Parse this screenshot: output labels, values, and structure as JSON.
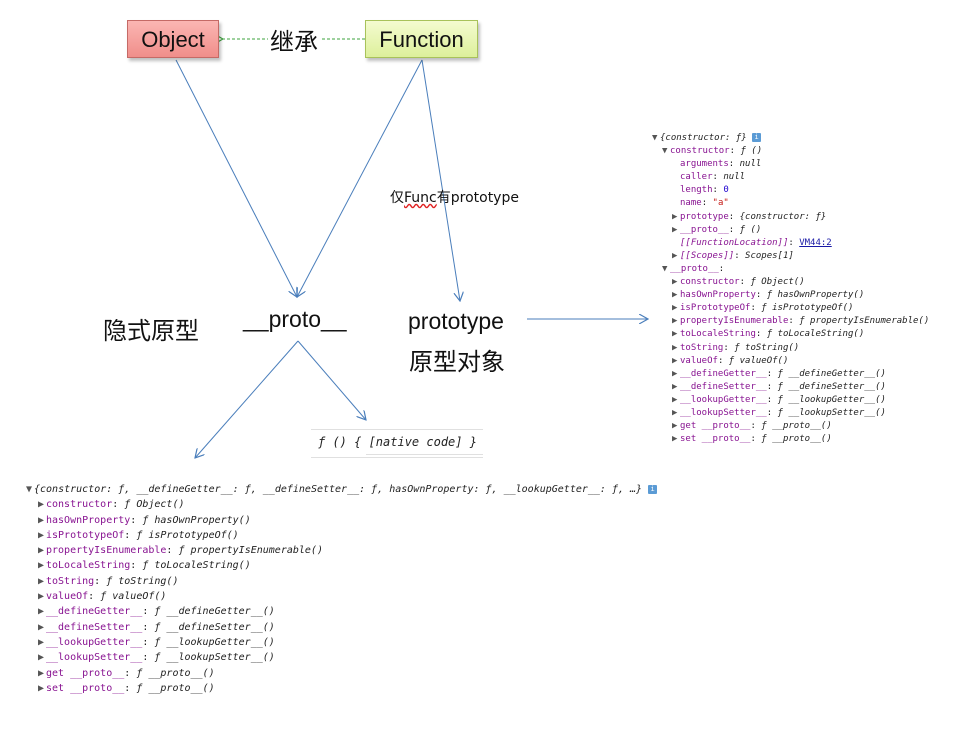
{
  "nodes": {
    "object": "Object",
    "function": "Function"
  },
  "labels": {
    "inherit": "继承",
    "only_func_pre": "仅",
    "only_func_squig": "Func",
    "only_func_post": "有prototype",
    "implicit_prototype": "隐式原型",
    "proto": "__proto__",
    "prototype": "prototype",
    "prototype_object": "原型对象"
  },
  "native_code": "ƒ () { [native code] }",
  "colors": {
    "arrow": "#4a7ebb",
    "inherit_arrow": "#3ea33e",
    "object_fill": "#f5a3a0",
    "function_fill": "#e6f5b3"
  },
  "right_console": {
    "lines": [
      {
        "arrow": "▼",
        "key": "",
        "text": "{constructor: ƒ}",
        "info": true
      },
      {
        "arrow": "▼",
        "key": "constructor",
        "text": "ƒ ()"
      },
      {
        "arrow": "",
        "key": "arguments",
        "text": "null"
      },
      {
        "arrow": "",
        "key": "caller",
        "text": "null"
      },
      {
        "arrow": "",
        "key": "length",
        "text": "0",
        "num": true
      },
      {
        "arrow": "",
        "key": "name",
        "text": "\"a\"",
        "str": true
      },
      {
        "arrow": "▶",
        "key": "prototype",
        "text": "{constructor: ƒ}"
      },
      {
        "arrow": "▶",
        "key": "__proto__",
        "text": "ƒ ()"
      },
      {
        "arrow": "",
        "key": "[[FunctionLocation]]",
        "text": "VM44:2",
        "link": true
      },
      {
        "arrow": "▶",
        "key": "[[Scopes]]",
        "text": "Scopes[1]"
      },
      {
        "arrow": "▼",
        "key": "__proto__",
        "text": ""
      },
      {
        "arrow": "▶",
        "key": "constructor",
        "text": "ƒ Object()"
      },
      {
        "arrow": "▶",
        "key": "hasOwnProperty",
        "text": "ƒ hasOwnProperty()"
      },
      {
        "arrow": "▶",
        "key": "isPrototypeOf",
        "text": "ƒ isPrototypeOf()"
      },
      {
        "arrow": "▶",
        "key": "propertyIsEnumerable",
        "text": "ƒ propertyIsEnumerable()"
      },
      {
        "arrow": "▶",
        "key": "toLocaleString",
        "text": "ƒ toLocaleString()"
      },
      {
        "arrow": "▶",
        "key": "toString",
        "text": "ƒ toString()"
      },
      {
        "arrow": "▶",
        "key": "valueOf",
        "text": "ƒ valueOf()"
      },
      {
        "arrow": "▶",
        "key": "__defineGetter__",
        "text": "ƒ __defineGetter__()"
      },
      {
        "arrow": "▶",
        "key": "__defineSetter__",
        "text": "ƒ __defineSetter__()"
      },
      {
        "arrow": "▶",
        "key": "__lookupGetter__",
        "text": "ƒ __lookupGetter__()"
      },
      {
        "arrow": "▶",
        "key": "__lookupSetter__",
        "text": "ƒ __lookupSetter__()"
      },
      {
        "arrow": "▶",
        "key": "get __proto__",
        "text": "ƒ __proto__()"
      },
      {
        "arrow": "▶",
        "key": "set __proto__",
        "text": "ƒ __proto__()"
      }
    ]
  },
  "bottom_console": {
    "lines": [
      {
        "arrow": "▼",
        "key": "",
        "text": "{constructor: ƒ, __defineGetter__: ƒ, __defineSetter__: ƒ, hasOwnProperty: ƒ, __lookupGetter__: ƒ, …}",
        "info": true
      },
      {
        "arrow": "▶",
        "key": "constructor",
        "text": "ƒ Object()"
      },
      {
        "arrow": "▶",
        "key": "hasOwnProperty",
        "text": "ƒ hasOwnProperty()"
      },
      {
        "arrow": "▶",
        "key": "isPrototypeOf",
        "text": "ƒ isPrototypeOf()"
      },
      {
        "arrow": "▶",
        "key": "propertyIsEnumerable",
        "text": "ƒ propertyIsEnumerable()"
      },
      {
        "arrow": "▶",
        "key": "toLocaleString",
        "text": "ƒ toLocaleString()"
      },
      {
        "arrow": "▶",
        "key": "toString",
        "text": "ƒ toString()"
      },
      {
        "arrow": "▶",
        "key": "valueOf",
        "text": "ƒ valueOf()"
      },
      {
        "arrow": "▶",
        "key": "__defineGetter__",
        "text": "ƒ __defineGetter__()"
      },
      {
        "arrow": "▶",
        "key": "__defineSetter__",
        "text": "ƒ __defineSetter__()"
      },
      {
        "arrow": "▶",
        "key": "__lookupGetter__",
        "text": "ƒ __lookupGetter__()"
      },
      {
        "arrow": "▶",
        "key": "__lookupSetter__",
        "text": "ƒ __lookupSetter__()"
      },
      {
        "arrow": "▶",
        "key": "get __proto__",
        "text": "ƒ __proto__()"
      },
      {
        "arrow": "▶",
        "key": "set __proto__",
        "text": "ƒ __proto__()"
      }
    ]
  }
}
